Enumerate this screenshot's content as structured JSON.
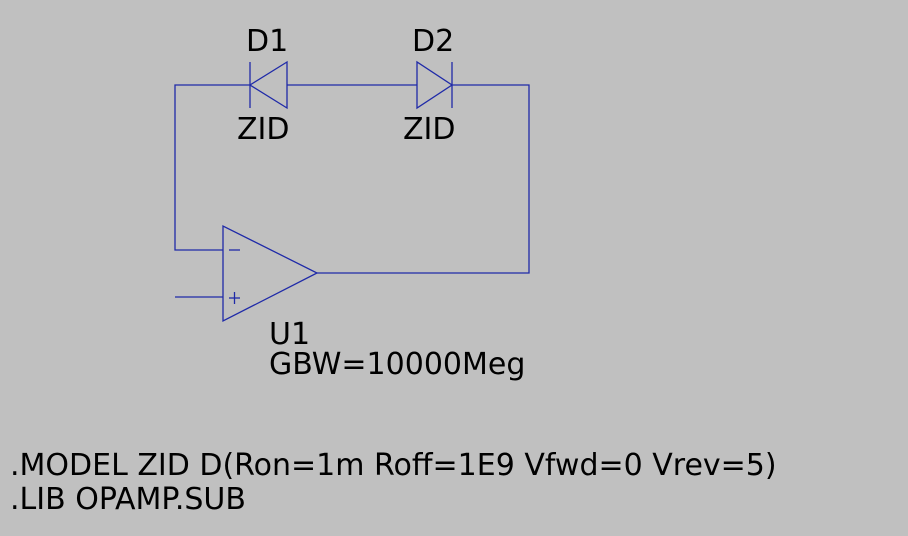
{
  "schematic": {
    "wire_color": "#1f2aa8",
    "background_color": "#c0c0c0",
    "components": {
      "d1": {
        "ref": "D1",
        "model": "ZID"
      },
      "d2": {
        "ref": "D2",
        "model": "ZID"
      },
      "u1": {
        "ref": "U1",
        "param": "GBW=10000Meg",
        "inverting_symbol": "−",
        "noninverting_symbol": "+"
      }
    },
    "directives": [
      ".MODEL ZID D(Ron=1m Roff=1E9 Vfwd=0 Vrev=5)",
      ".LIB OPAMP.SUB"
    ]
  }
}
